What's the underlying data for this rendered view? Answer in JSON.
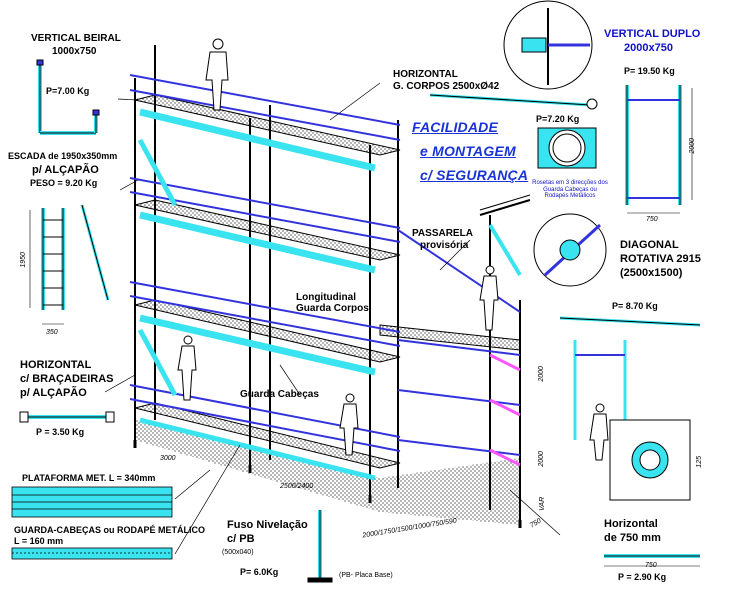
{
  "colors": {
    "cyan": "#39e4f0",
    "blue": "#3333dd",
    "magenta": "#ff55ff",
    "line": "#000000"
  },
  "labels": {
    "vertical_beiral_title": "VERTICAL BEIRAL",
    "vertical_beiral_size": "1000x750",
    "vertical_beiral_weight": "P=7.00 Kg",
    "escada_title": "ESCADA de 1950x350mm",
    "escada_sub": "p/ ALÇAPÃO",
    "escada_weight": "PESO = 9.20 Kg",
    "escada_height": "1950",
    "escada_width": "350",
    "horizontal_bracadeiras_1": "HORIZONTAL",
    "horizontal_bracadeiras_2": "c/ BRAÇADEIRAS",
    "horizontal_bracadeiras_3": "p/ ALÇAPÃO",
    "horizontal_bracadeiras_weight": "P = 3.50 Kg",
    "plataforma_title": "PLATAFORMA MET. L = 340mm",
    "guarda_cabecas_title": "GUARDA-CABEÇAS ou RODAPÉ METÁLICO",
    "guarda_cabecas_size": "L = 160 mm",
    "horizontal_g_corpos_1": "HORIZONTAL",
    "horizontal_g_corpos_2": "G. CORPOS 2500xØ42",
    "horizontal_g_corpos_weight": "P=7.20 Kg",
    "facilidade_1": "FACILIDADE",
    "facilidade_2": "e MONTAGEM",
    "facilidade_3": "c/ SEGURANÇA",
    "vertical_duplo_1": "VERTICAL DUPLO",
    "vertical_duplo_2": "2000x750",
    "vertical_duplo_weight": "P= 19.50 Kg",
    "vertical_duplo_height": "2000",
    "vertical_duplo_width": "750",
    "rosette_note": "Rosetas em 3 direcções dos Guarda Cabeças ou Rodapés Metálicos",
    "diagonal_1": "DIAGONAL",
    "diagonal_2": "ROTATIVA 2915",
    "diagonal_3": "(2500x1500)",
    "diagonal_weight": "P= 8.70 Kg",
    "passarela_1": "PASSARELA",
    "passarela_2": "provisória",
    "longitudinal_1": "Longitudinal",
    "longitudinal_2": "Guarda Corpos",
    "guarda_cabecas_mid": "Guarda Cabeças",
    "fuso_1": "Fuso Nivelação",
    "fuso_2": "c/ PB",
    "fuso_3": "(500x040)",
    "fuso_weight": "P= 6.0Kg",
    "placa_base": "(PB- Placa Base)",
    "horizontal_750_1": "Horizontal",
    "horizontal_750_2": "de 750 mm",
    "horizontal_750_width": "750",
    "horizontal_750_weight": "P = 2.90 Kg",
    "dim_3000": "3000",
    "dim_2500_2400": "2500/2400",
    "dim_series": "2000/1750/1500/1000/750/590",
    "dim_2000_upper": "2000",
    "dim_2000_lower": "2000",
    "dim_var": "VAR",
    "dim_750": "750",
    "dim_125": "125"
  }
}
